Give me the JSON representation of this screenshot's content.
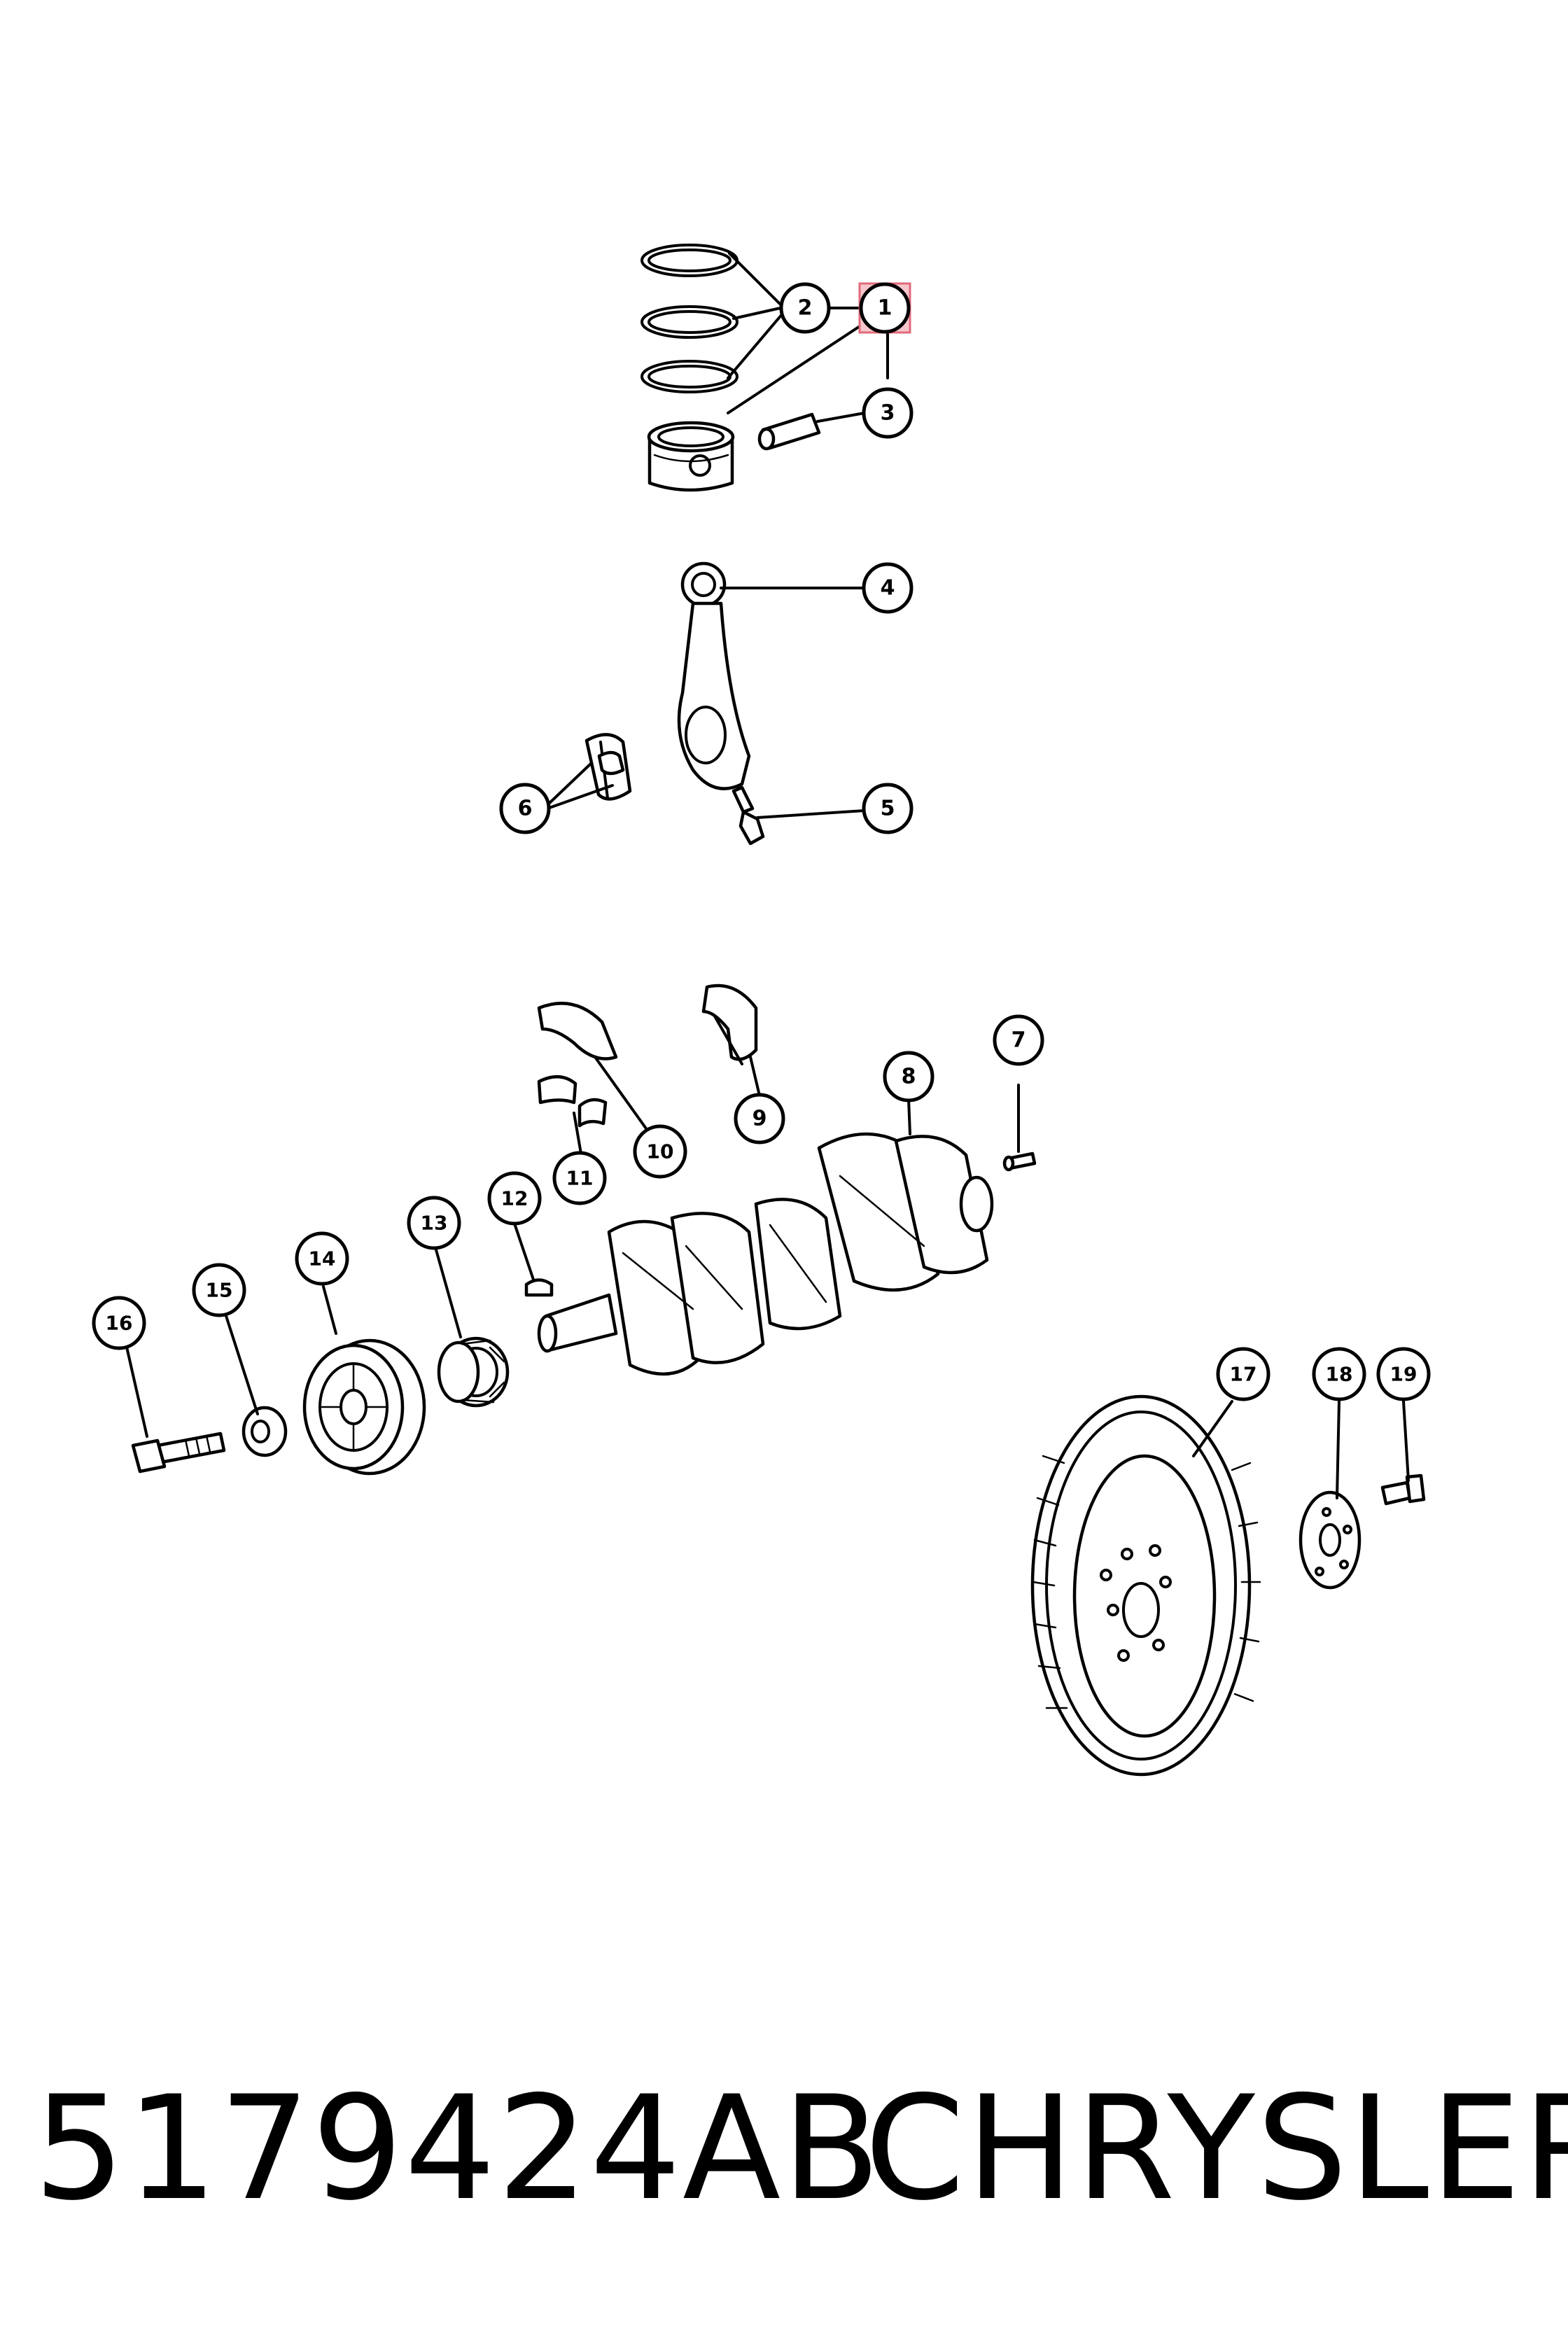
{
  "callouts": [
    {
      "label": "1",
      "highlighted": true
    },
    {
      "label": "2"
    },
    {
      "label": "3"
    },
    {
      "label": "4"
    },
    {
      "label": "5"
    },
    {
      "label": "6"
    },
    {
      "label": "7"
    },
    {
      "label": "8"
    },
    {
      "label": "9"
    },
    {
      "label": "10"
    },
    {
      "label": "11"
    },
    {
      "label": "12"
    },
    {
      "label": "13"
    },
    {
      "label": "14"
    },
    {
      "label": "15"
    },
    {
      "label": "16"
    },
    {
      "label": "17"
    },
    {
      "label": "18"
    },
    {
      "label": "19"
    }
  ],
  "footer": {
    "part_number": "5179424AB",
    "brand": "CHRYSLER"
  },
  "colors": {
    "line": "#000000",
    "background": "#ffffff",
    "highlight_fill": "#f6c6cc",
    "highlight_stroke": "#e06a7a"
  }
}
